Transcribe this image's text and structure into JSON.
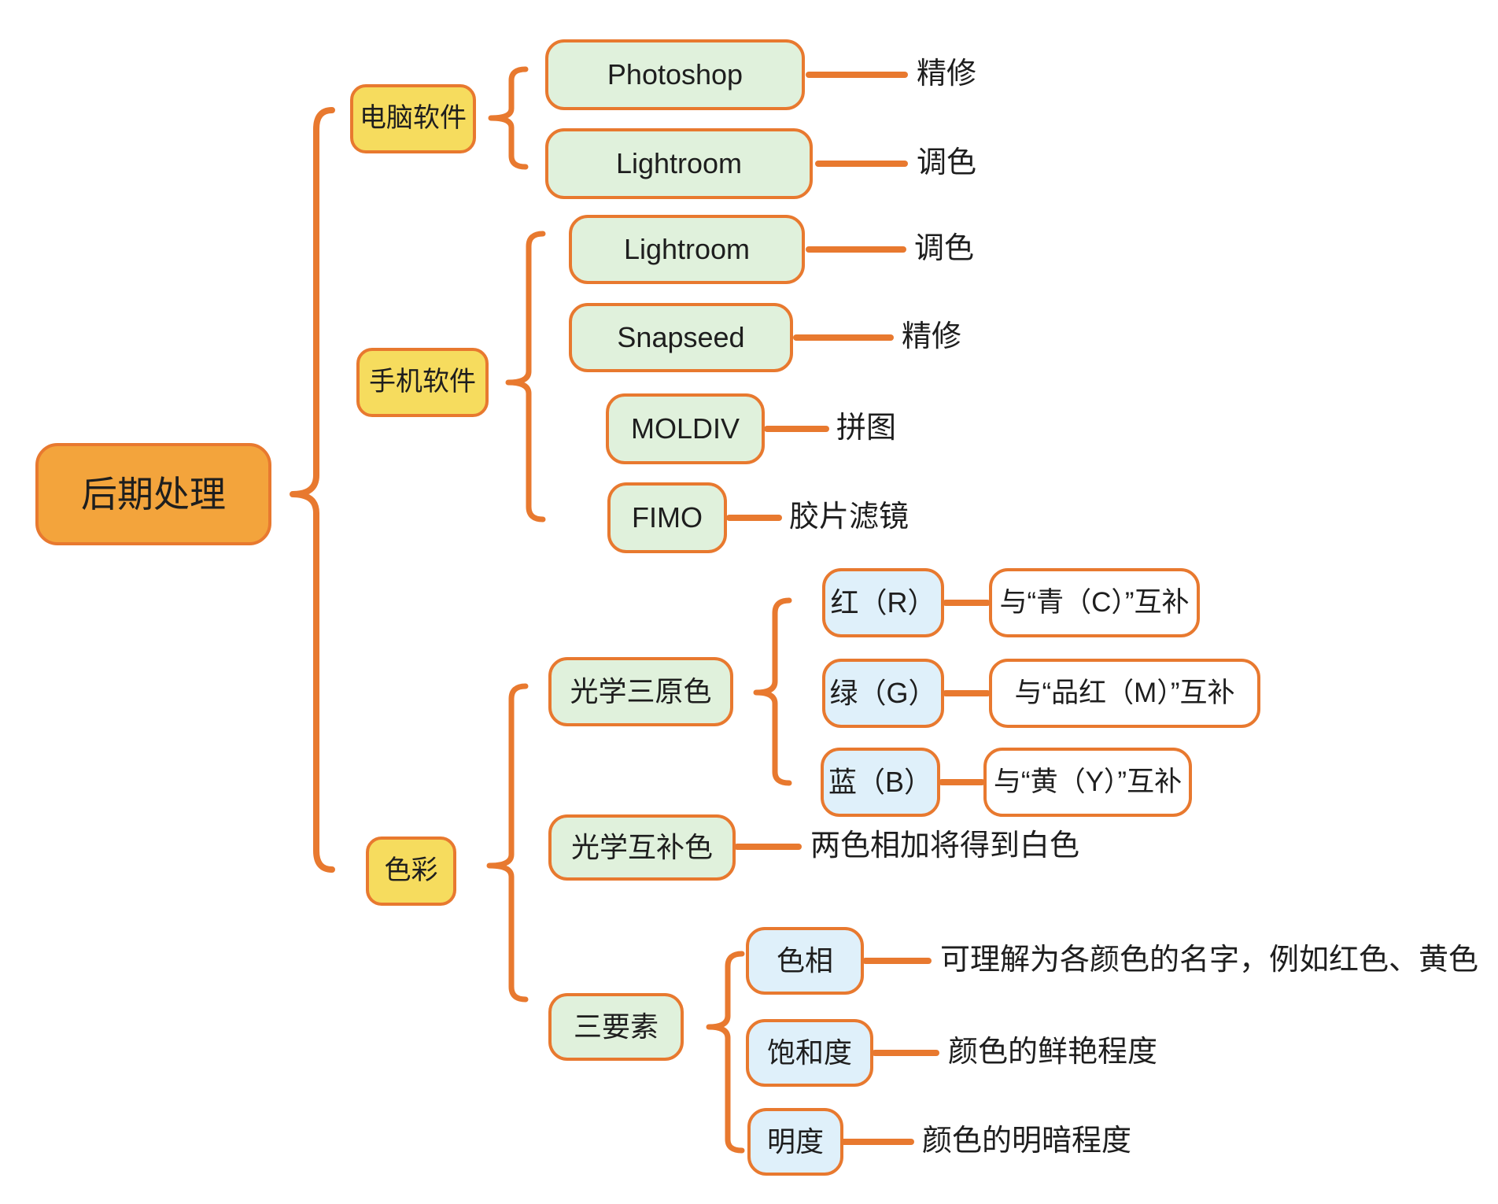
{
  "root": {
    "label": "后期处理"
  },
  "branches": [
    {
      "label": "电脑软件",
      "children": [
        {
          "label": "Photoshop",
          "note": "精修"
        },
        {
          "label": "Lightroom",
          "note": "调色"
        }
      ]
    },
    {
      "label": "手机软件",
      "children": [
        {
          "label": "Lightroom",
          "note": "调色"
        },
        {
          "label": "Snapseed",
          "note": "精修"
        },
        {
          "label": "MOLDIV",
          "note": "拼图"
        },
        {
          "label": "FIMO",
          "note": "胶片滤镜"
        }
      ]
    },
    {
      "label": "色彩",
      "children": [
        {
          "label": "光学三原色",
          "children": [
            {
              "label": "红（R）",
              "note": "与“青（C）”互补"
            },
            {
              "label": "绿（G）",
              "note": "与“品红（M）”互补"
            },
            {
              "label": "蓝（B）",
              "note": "与“黄（Y）”互补"
            }
          ]
        },
        {
          "label": "光学互补色",
          "note": "两色相加将得到白色"
        },
        {
          "label": "三要素",
          "children": [
            {
              "label": "色相",
              "note": "可理解为各颜色的名字，例如红色、黄色"
            },
            {
              "label": "饱和度",
              "note": "颜色的鲜艳程度"
            },
            {
              "label": "明度",
              "note": "颜色的明暗程度"
            }
          ]
        }
      ]
    }
  ],
  "colors": {
    "accent": "#E8792F",
    "root_fill": "#F3A43C",
    "branch_fill": "#F6DC5E",
    "software_fill": "#E0F1DC",
    "color_fill": "#DFF0FA",
    "white_fill": "#FFFFFF",
    "text": "#1E1E1E",
    "background": "#FFFFFF"
  }
}
